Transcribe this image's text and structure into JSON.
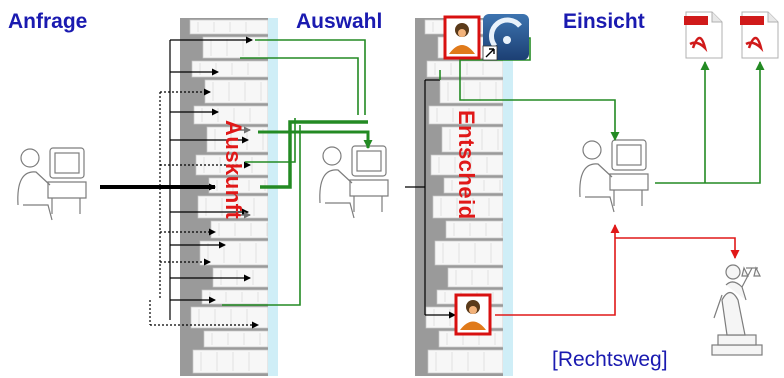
{
  "headings": {
    "anfrage": "Anfrage",
    "auswahl": "Auswahl",
    "einsicht": "Einsicht"
  },
  "vertical_labels": {
    "auskunft": "Auskunft",
    "entscheid": "Entscheid"
  },
  "footer": {
    "rechtsweg": "[Rechtsweg]"
  },
  "pdf_icons": [
    {
      "text": "PDF"
    },
    {
      "text": "PDF"
    }
  ],
  "colors": {
    "heading": "#1a1ab0",
    "label_red": "#e01818",
    "green_arrow": "#238a23",
    "red_arrow": "#e01818",
    "black_arrow": "#000000",
    "document_gray": "#9a9a9a",
    "highlight_border": "#d81010",
    "pdf_red": "#d01a1a"
  }
}
